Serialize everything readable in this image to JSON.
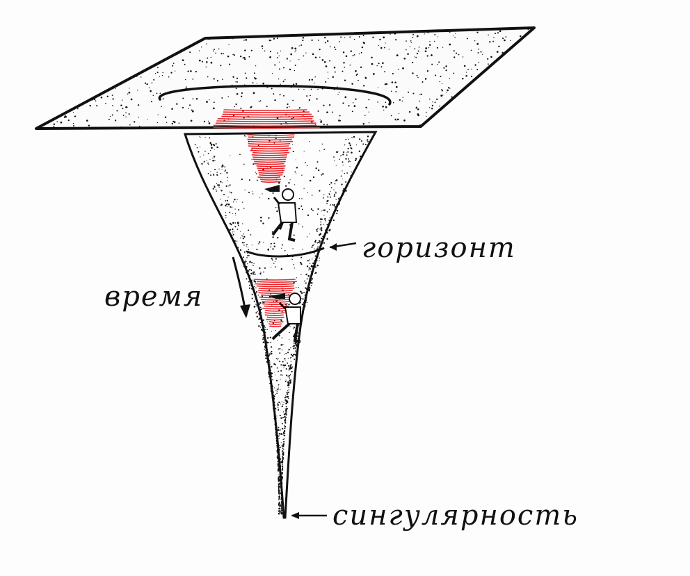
{
  "labels": {
    "horizon": "горизонт",
    "time": "время",
    "singularity": "сингулярность"
  },
  "colors": {
    "ink": "#111111",
    "signal": "#e8252a",
    "paper": "#fdfdfd"
  }
}
